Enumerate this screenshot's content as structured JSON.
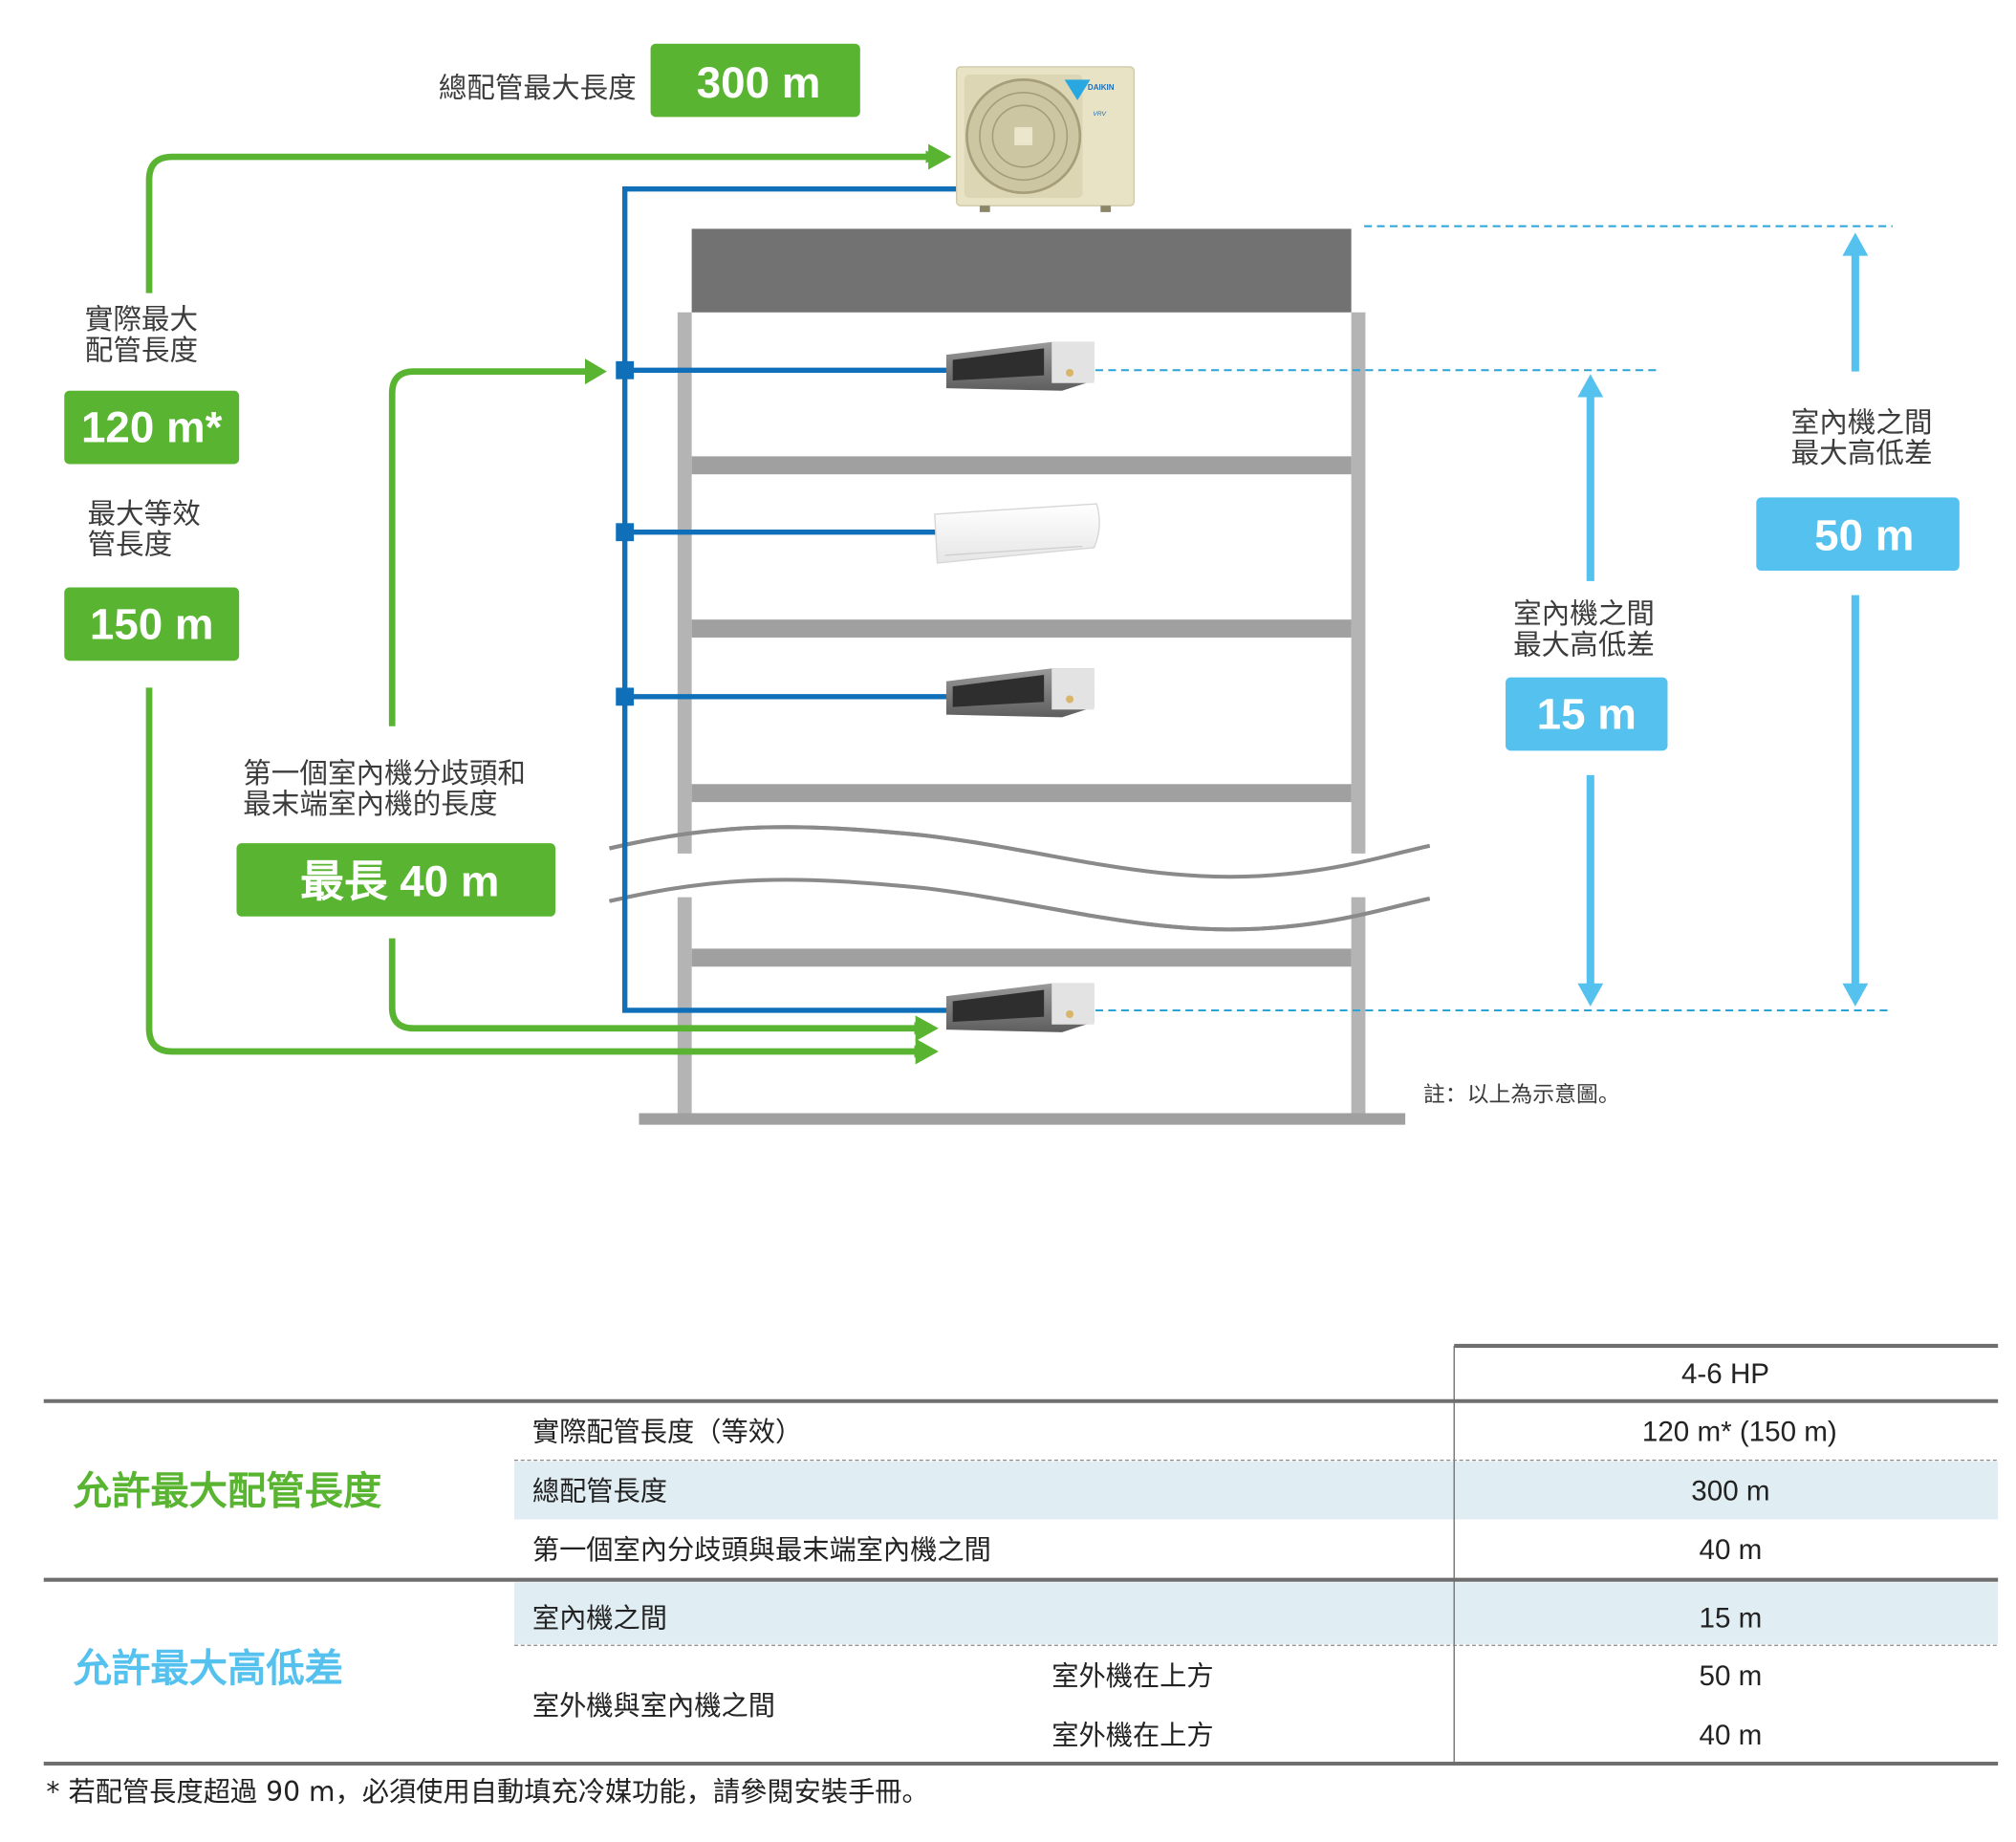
{
  "colors": {
    "green": "#59b531",
    "blue_pipe": "#0f6fb9",
    "light_blue": "#55c1ee",
    "roof": "#727272",
    "slab": "#a0a0a0",
    "pillar": "#b4b4b4",
    "row_shade": "#e0edf3",
    "table_rule": "#6e6e6e"
  },
  "diagram": {
    "total_pipe": {
      "label": "總配管最大長度",
      "value": "300 m"
    },
    "actual_max": {
      "label_line1": "實際最大",
      "label_line2": "配管長度",
      "value": "120 m*"
    },
    "equivalent_max": {
      "label_line1": "最大等效",
      "label_line2": "管長度",
      "value": "150 m"
    },
    "branch_to_last": {
      "label_line1": "第一個室內機分歧頭和",
      "label_line2": "最末端室內機的長度",
      "value": "最長 40 m"
    },
    "indoor_height_diff": {
      "label_line1": "室內機之間",
      "label_line2": "最大高低差",
      "value": "15 m"
    },
    "outdoor_height_diff": {
      "label_line1": "室內機之間",
      "label_line2": "最大高低差",
      "value": "50 m"
    },
    "note": "註：以上為示意圖。",
    "outdoor_unit": {
      "brand": "DAIKIN",
      "series": "VRV"
    }
  },
  "table": {
    "column_header": "4-6 HP",
    "groups": [
      {
        "title": "允許最大配管長度",
        "rows": [
          {
            "label": "實際配管長度（等效）",
            "sub": "",
            "value": "120 m* (150 m)"
          },
          {
            "label": "總配管長度",
            "sub": "",
            "value": "300 m"
          },
          {
            "label": "第一個室內分歧頭與最末端室內機之間",
            "sub": "",
            "value": "40 m"
          }
        ]
      },
      {
        "title": "允許最大高低差",
        "rows": [
          {
            "label": "室內機之間",
            "sub": "",
            "value": "15 m"
          },
          {
            "label": "室外機與室內機之間",
            "sub": "室外機在上方",
            "value": "50 m"
          },
          {
            "label": "",
            "sub": "室外機在上方",
            "value": "40 m"
          }
        ]
      }
    ],
    "footnote": "* 若配管長度超過 90 m，必須使用自動填充冷媒功能，請參閱安裝手冊。"
  }
}
